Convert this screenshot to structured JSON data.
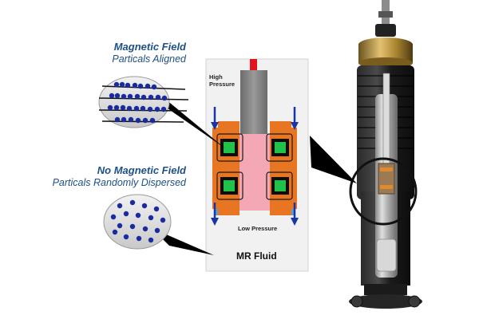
{
  "labels": {
    "aligned": {
      "title": "Magnetic Field",
      "subtitle": "Particals Aligned"
    },
    "dispersed": {
      "title": "No Magnetic Field",
      "subtitle": "Particals Randomly Dispersed"
    },
    "high_pressure": [
      "High",
      "Pressure"
    ],
    "low_pressure": "Low Pressure",
    "fluid": "MR Fluid"
  },
  "colors": {
    "caption_text": "#1e4f86",
    "piston_rod": "#7a7a7a",
    "piston_head": "#f4a7b4",
    "coil_housing": "#e87522",
    "coil": "#22c24a",
    "flow_arrow": "#1636a8",
    "particle": "#1a2ba0",
    "damper_body": "#1c1c1c",
    "housing_gold": "#c9a24a",
    "seal_red": "#e0141a"
  },
  "icons": [
    "flow-arrow-down-icon",
    "magnified-particles-icon",
    "damper-cutaway-icon"
  ]
}
